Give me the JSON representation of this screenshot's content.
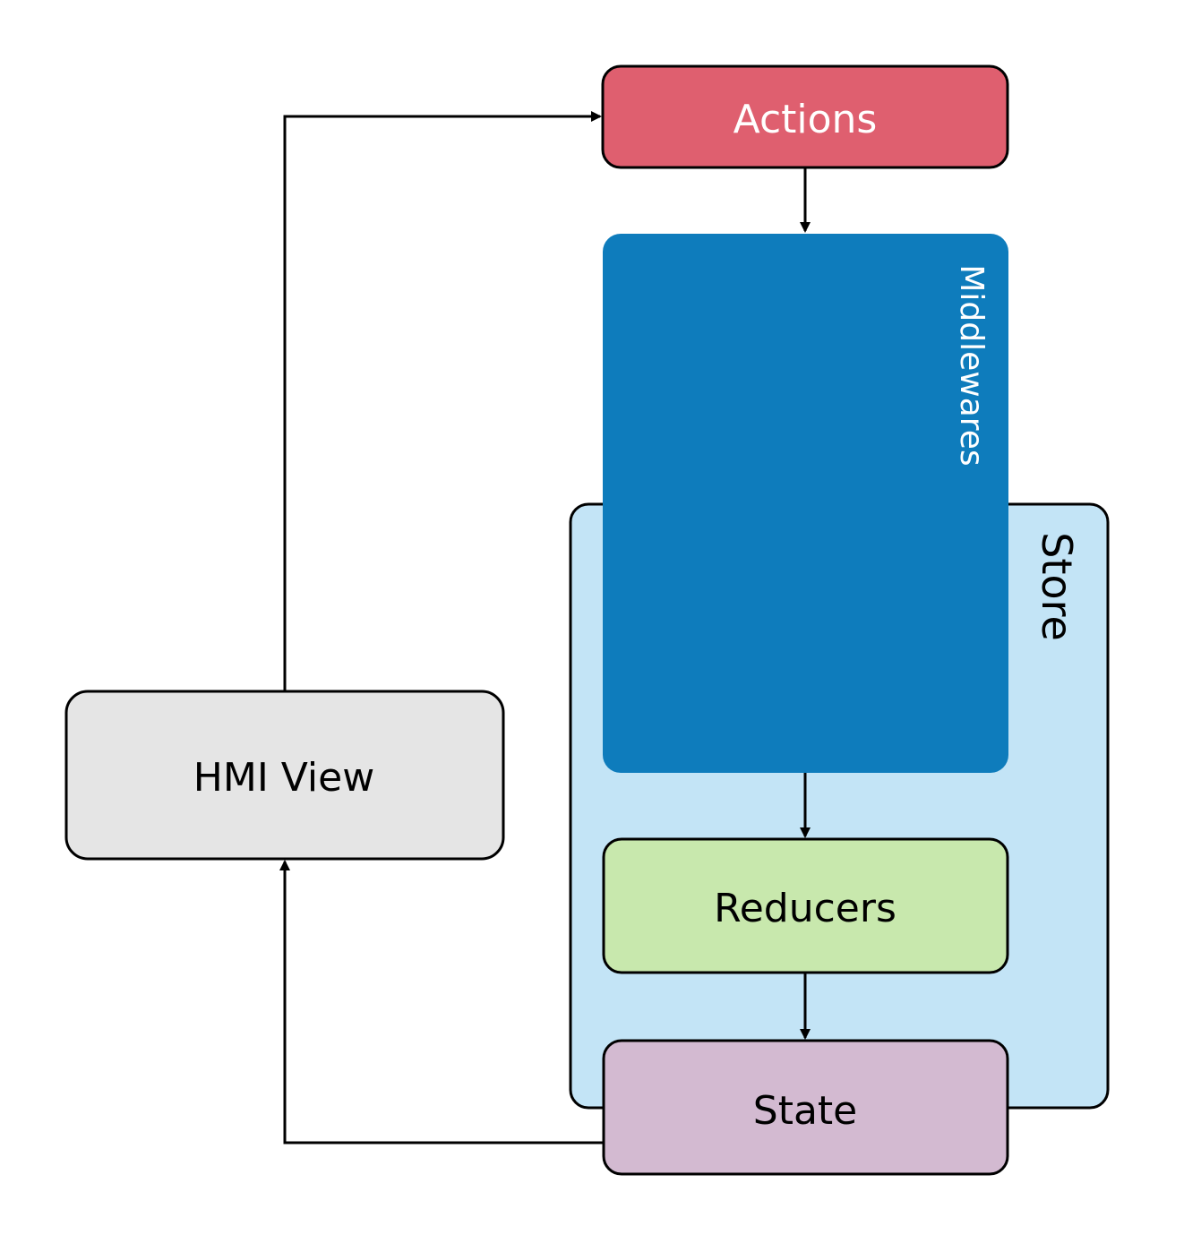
{
  "nodes": {
    "actions": {
      "label": "Actions",
      "fill": "#df5f6f"
    },
    "middlewares": {
      "label": "Middlewares",
      "fill": "#0e7cbc"
    },
    "store": {
      "label": "Store",
      "fill": "#c3e4f6"
    },
    "reducers": {
      "label": "Reducers",
      "fill": "#c8e8ad"
    },
    "state": {
      "label": "State",
      "fill": "#d3bad1"
    },
    "hmi_view": {
      "label": "HMI View",
      "fill": "#e5e5e5"
    }
  },
  "edges": [
    {
      "from": "hmi_view",
      "to": "actions"
    },
    {
      "from": "actions",
      "to": "middlewares"
    },
    {
      "from": "middlewares",
      "to": "reducers"
    },
    {
      "from": "reducers",
      "to": "state"
    },
    {
      "from": "state",
      "to": "hmi_view"
    }
  ]
}
